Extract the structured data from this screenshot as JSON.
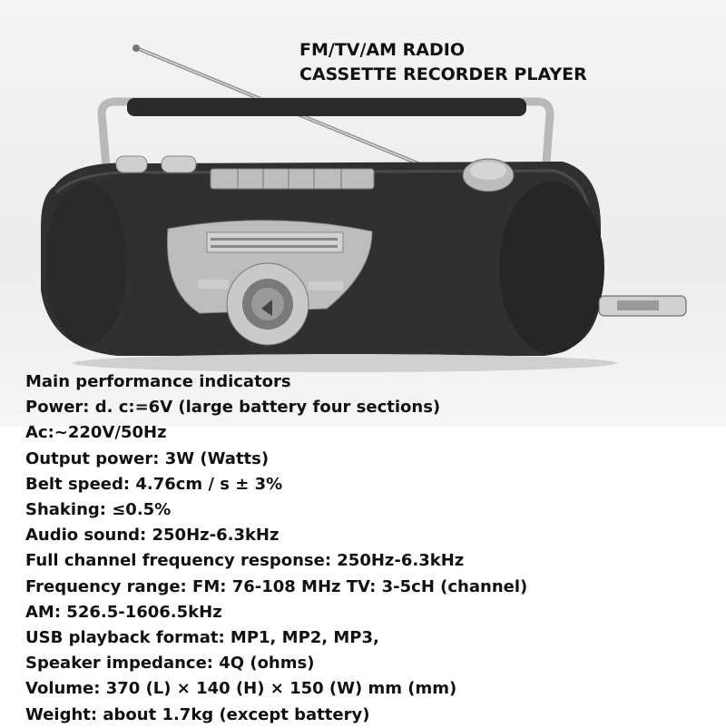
{
  "title": {
    "line1": "FM/TV/AM RADIO",
    "line2": "CASSETTE RECORDER PLAYER"
  },
  "specs": [
    "Main performance indicators",
    "Power: d. c:=6V (large battery four sections)",
    "Ac:~220V/50Hz",
    "Output power: 3W (Watts)",
    "Belt speed: 4.76cm / s ± 3%",
    "Shaking: ≤0.5%",
    "Audio sound: 250Hz-6.3kHz",
    "Full channel frequency response: 250Hz-6.3kHz",
    "Frequency range: FM: 76-108 MHz TV: 3-5cH (channel)",
    "AM: 526.5-1606.5kHz",
    "USB playback format: MP1, MP2, MP3,",
    "Speaker impedance: 4Q (ohms)",
    "Volume: 370 (L) × 140 (H) × 150 (W) mm (mm)",
    "Weight: about 1.7kg (except battery)"
  ]
}
